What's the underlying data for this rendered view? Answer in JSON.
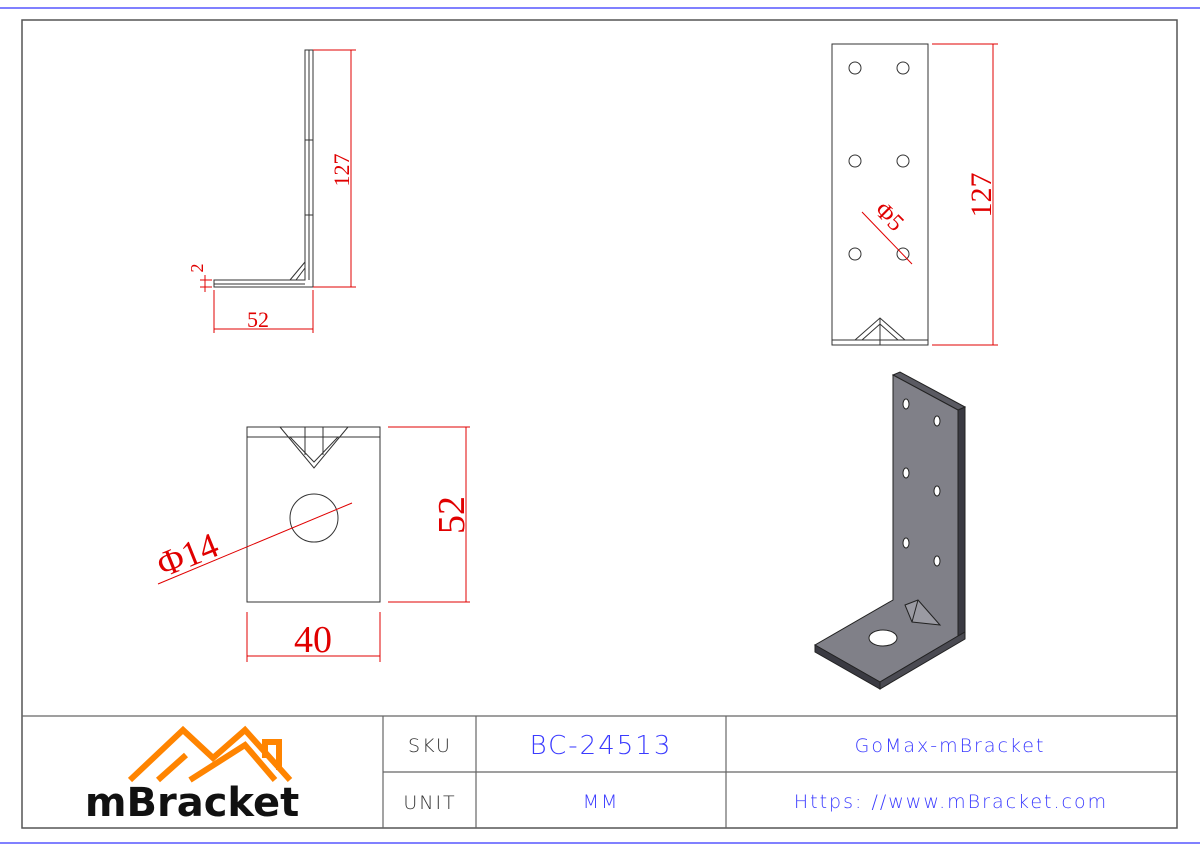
{
  "drawing": {
    "side_view": {
      "height_dim": "127",
      "width_dim": "52",
      "thickness_dim": "2"
    },
    "front_view": {
      "height_dim": "127",
      "hole_dim": "Φ5"
    },
    "bottom_view": {
      "height_dim": "52",
      "width_dim": "40",
      "hole_dim": "Φ14"
    }
  },
  "title_block": {
    "logo_text": "mBracket",
    "sku_label": "SKU",
    "sku_value": "BC-24513",
    "product_name": "GoMax-mBracket",
    "unit_label": "UNIT",
    "unit_value": "MM",
    "website": "Https: //www.mBracket.com"
  },
  "colors": {
    "dimension": "#e00000",
    "title_text": "#3b3bff",
    "logo_orange": "#ff8400",
    "frame": "#8080ff"
  }
}
